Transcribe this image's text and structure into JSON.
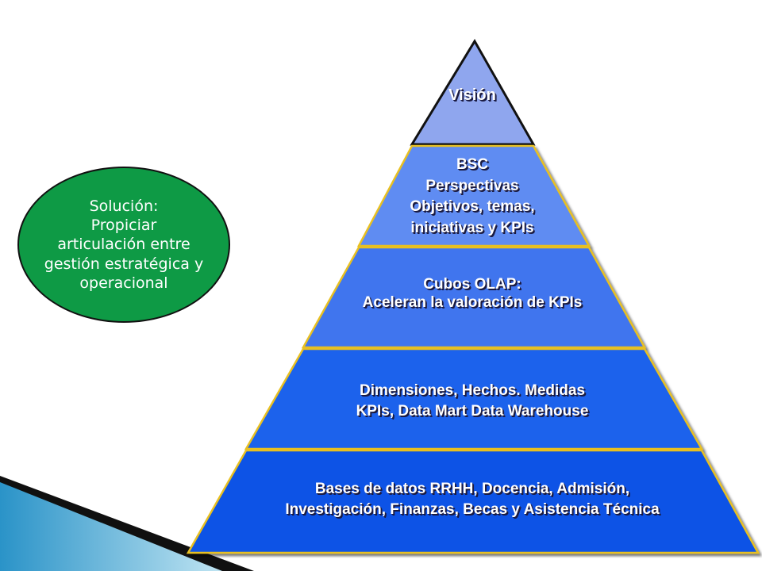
{
  "solution": {
    "lines": [
      "Solución:",
      "Propiciar",
      "articulación entre",
      "gestión estratégica y",
      "operacional"
    ],
    "fill_color": "#0e9a45"
  },
  "pyramid": {
    "tiers": [
      {
        "name": "vision",
        "lines": [
          "Visión"
        ],
        "color": "#8fa6ee"
      },
      {
        "name": "bsc",
        "lines": [
          "BSC",
          "Perspectivas",
          "Objetivos, temas,",
          "iniciativas y KPIs"
        ],
        "color": "#5f8cf2"
      },
      {
        "name": "olap",
        "lines": [
          "Cubos OLAP:",
          "Aceleran la valoración de KPIs"
        ],
        "color": "#3f74ee"
      },
      {
        "name": "dimensions",
        "lines": [
          "Dimensiones, Hechos. Medidas",
          "KPIs, Data Mart Data Warehouse"
        ],
        "color": "#1e62ec"
      },
      {
        "name": "databases",
        "lines": [
          "Bases de datos RRHH, Docencia, Admisión,",
          "Investigación, Finanzas, Becas y Asistencia Técnica"
        ],
        "color": "#0a53e6"
      }
    ],
    "separator_color": "#e8c020"
  }
}
